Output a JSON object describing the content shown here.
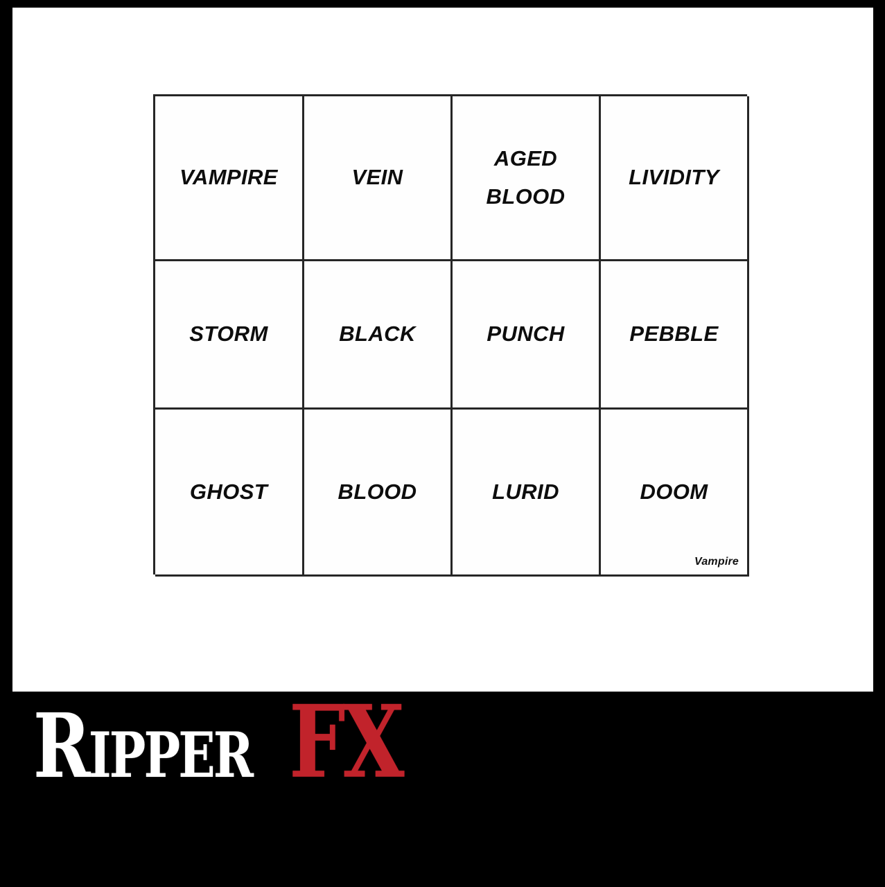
{
  "product": {
    "brand": "Ripper FX",
    "palette_name": "Vampire",
    "caption": "Vampire"
  },
  "grid": {
    "columns": 4,
    "rows": 3,
    "cells": [
      {
        "name": "VAMPIRE",
        "row": 1,
        "col": 1
      },
      {
        "name": "VEIN",
        "row": 1,
        "col": 2
      },
      {
        "name": "AGED\nBLOOD",
        "row": 1,
        "col": 3
      },
      {
        "name": "LIVIDITY",
        "row": 1,
        "col": 4
      },
      {
        "name": "STORM",
        "row": 2,
        "col": 1
      },
      {
        "name": "BLACK",
        "row": 2,
        "col": 2
      },
      {
        "name": "PUNCH",
        "row": 2,
        "col": 3
      },
      {
        "name": "PEBBLE",
        "row": 2,
        "col": 4
      },
      {
        "name": "GHOST",
        "row": 3,
        "col": 1
      },
      {
        "name": "BLOOD",
        "row": 3,
        "col": 2
      },
      {
        "name": "LURID",
        "row": 3,
        "col": 3
      },
      {
        "name": "DOOM",
        "row": 3,
        "col": 4
      }
    ]
  },
  "logo": {
    "word_one": "Ripper",
    "word_two": "FX",
    "word_one_color": "#FFFFFF",
    "word_two_color": "#C1232B",
    "background_color": "#000000"
  },
  "colors": {
    "page_background": "#000000",
    "panel_background": "#FFFFFF",
    "grid_line": "#262626",
    "label_text": "#0D0D0D",
    "accent_red": "#C1232B"
  }
}
